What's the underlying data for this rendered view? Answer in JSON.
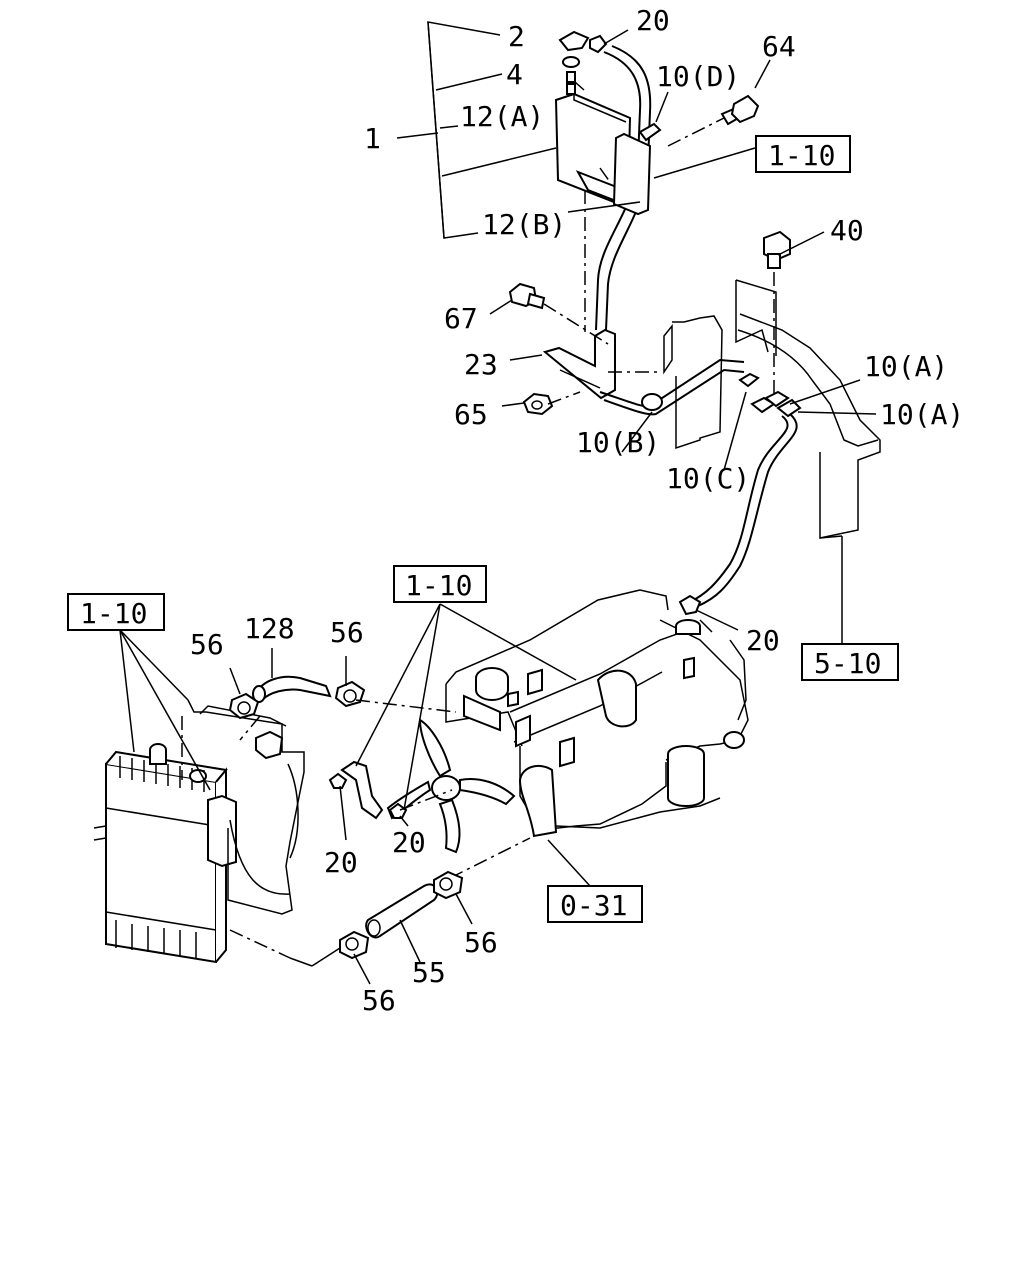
{
  "labels": {
    "p2": "2",
    "p4": "4",
    "p1": "1",
    "p12a": "12(A)",
    "p12b": "12(B)",
    "p20_top": "20",
    "p10d": "10(D)",
    "p64": "64",
    "p40": "40",
    "p67": "67",
    "p23": "23",
    "p65": "65",
    "p10b": "10(B)",
    "p10c": "10(C)",
    "p10a_1": "10(A)",
    "p10a_2": "10(A)",
    "p20_mid": "20",
    "p128": "128",
    "p56_a": "56",
    "p56_b": "56",
    "p20_l": "20",
    "p20_c": "20",
    "p56_c": "56",
    "p55": "55",
    "p56_d": "56"
  },
  "refs": {
    "r1": "1-10",
    "r2": "1-10",
    "r3": "1-10",
    "r4": "5-10",
    "r5": "0-31"
  }
}
